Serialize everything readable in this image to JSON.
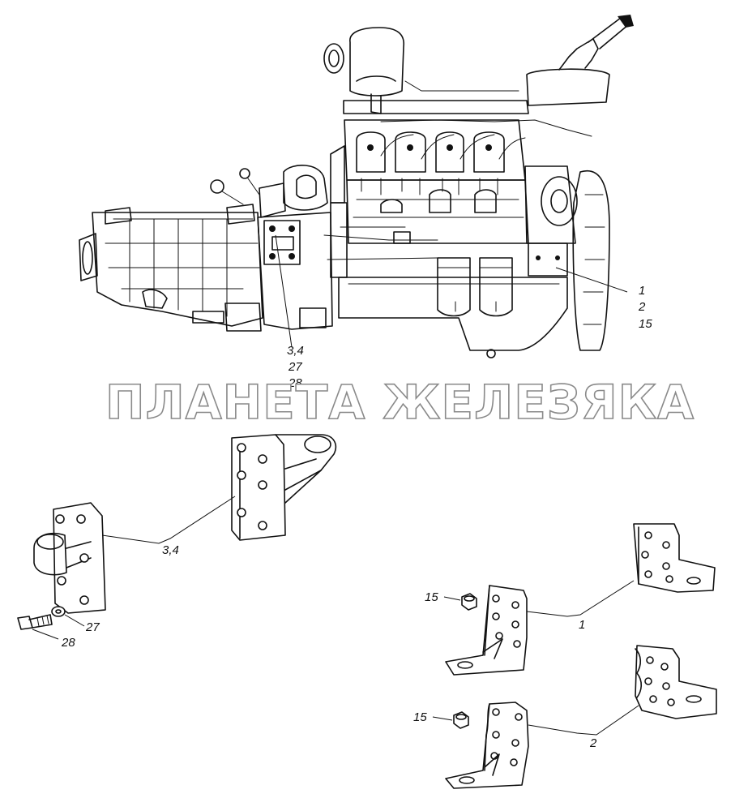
{
  "watermark": "ПЛАНЕТА ЖЕЛЕЗЯКА",
  "callouts": {
    "engine_front_mount": [
      "1",
      "2",
      "15"
    ],
    "engine_rear_mount": [
      "3,4",
      "27",
      "28"
    ],
    "rear_bracket": "3,4",
    "washer": "27",
    "bolt": "28",
    "front_bracket_1": "1",
    "front_bracket_2": "2",
    "nut_upper": "15",
    "nut_lower": "15"
  }
}
